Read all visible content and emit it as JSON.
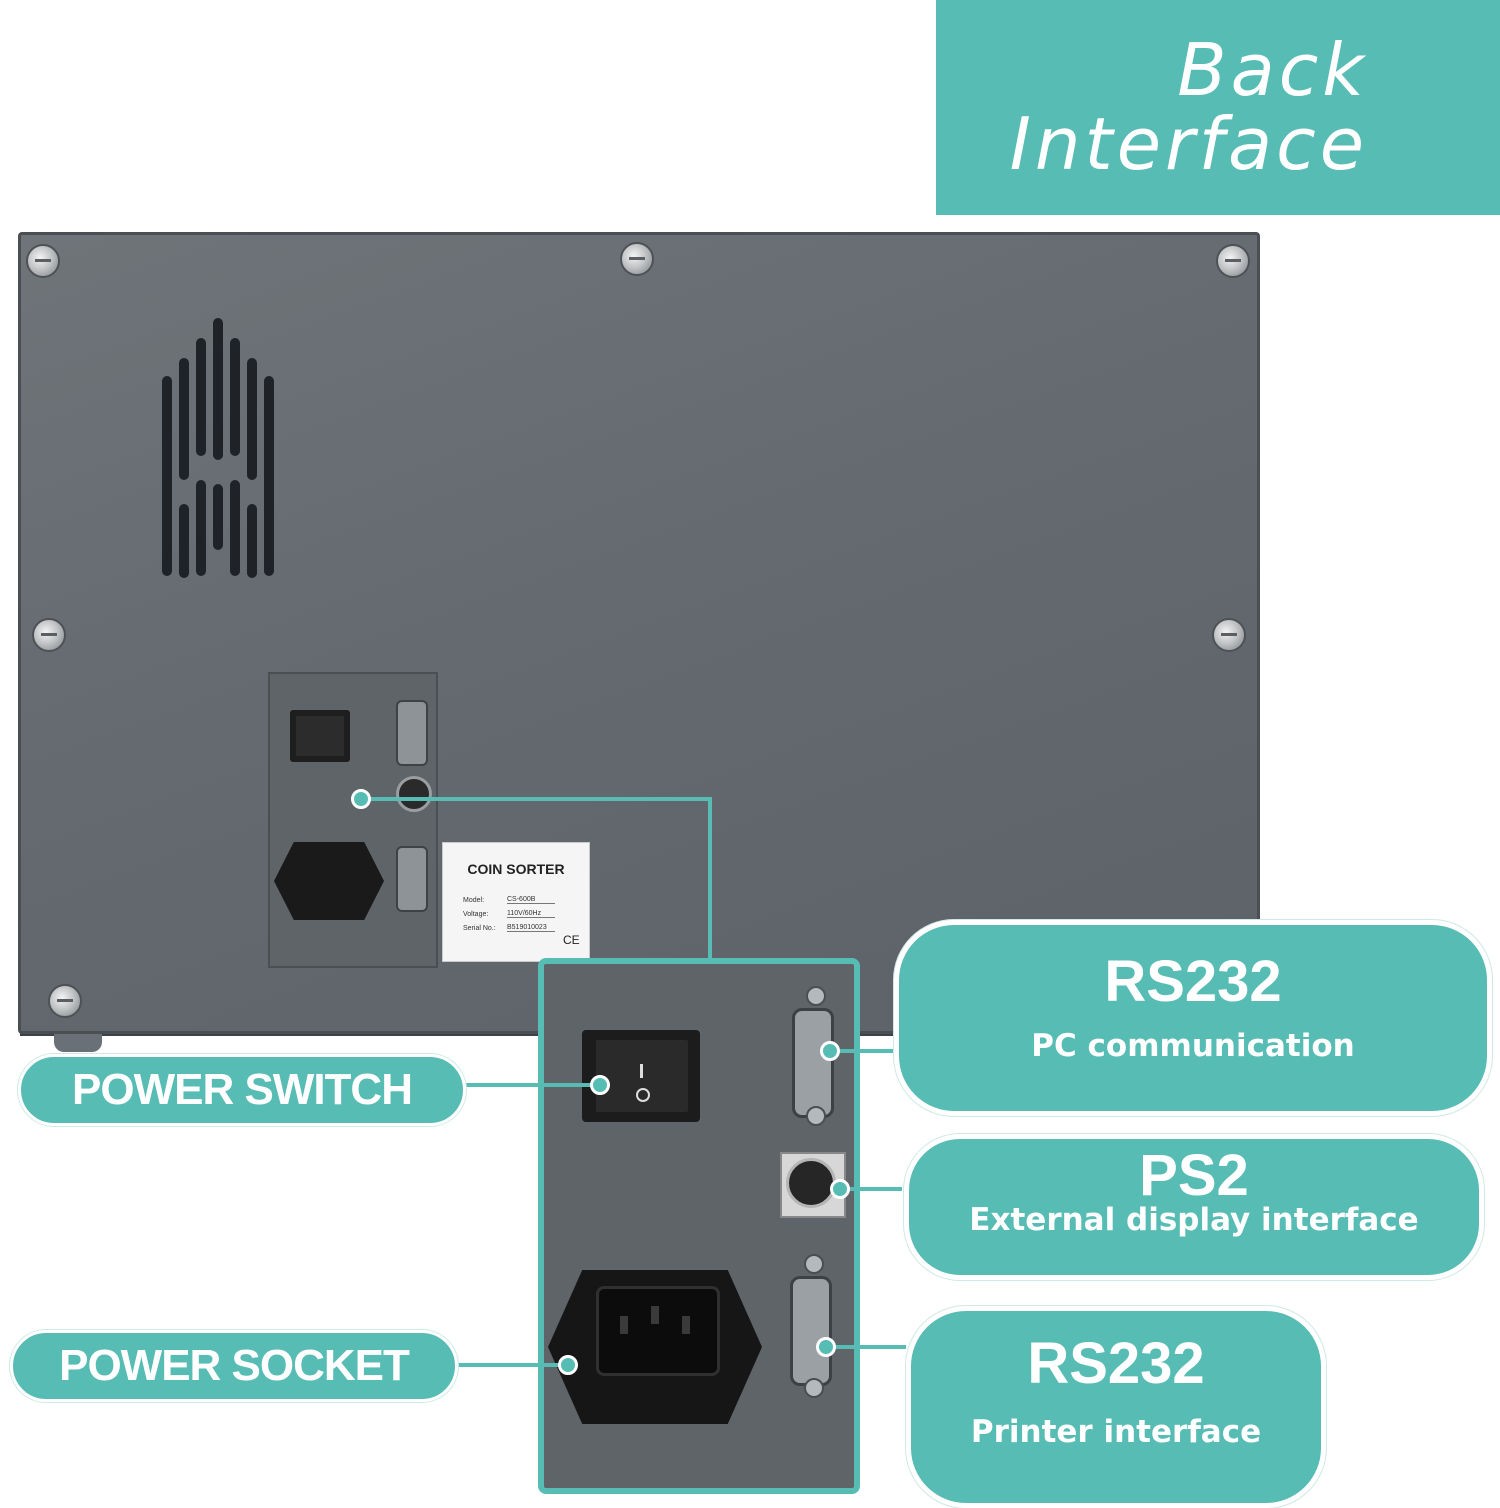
{
  "banner": {
    "title_line1": "Back",
    "title_line2": "Interface"
  },
  "product_label": {
    "title": "COIN SORTER",
    "fields": [
      {
        "key": "Model:",
        "value": "CS-600B"
      },
      {
        "key": "Voltage:",
        "value": "110V/60Hz"
      },
      {
        "key": "Serial No.:",
        "value": "B519010023"
      }
    ],
    "ce_mark": "CE"
  },
  "switch_marks": {
    "on": "I",
    "off": "O"
  },
  "callouts": {
    "power_switch": "POWER SWITCH",
    "power_socket": "POWER SOCKET",
    "rs232_pc": {
      "title": "RS232",
      "subtitle": "PC communication"
    },
    "ps2": {
      "title": "PS2",
      "subtitle": "External display interface"
    },
    "rs232_printer": {
      "title": "RS232",
      "subtitle": "Printer interface"
    }
  },
  "colors": {
    "accent": "#57bdb4",
    "panel": "#666b70",
    "text": "#ffffff"
  }
}
